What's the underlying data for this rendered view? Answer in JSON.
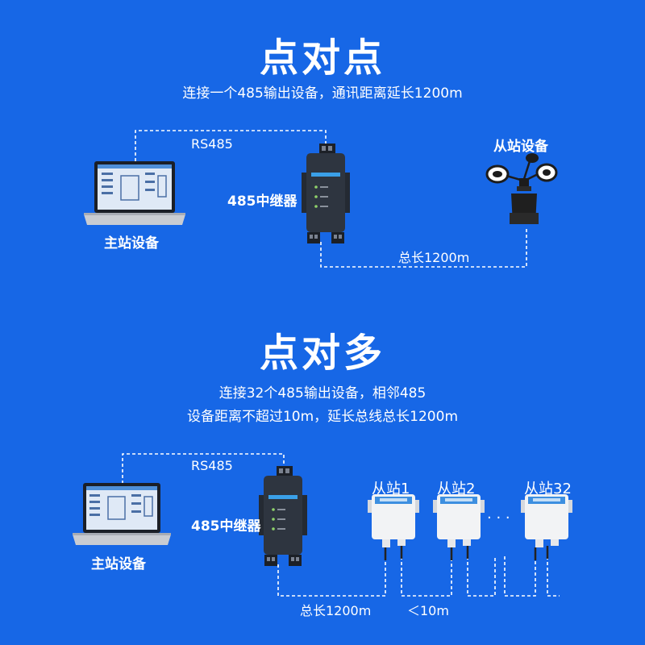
{
  "p2p": {
    "title": "点对点",
    "subtitle": "连接一个485输出设备，通讯距离延长1200m",
    "rs485": "RS485",
    "master": "主站设备",
    "repeater": "485中继器",
    "slave": "从站设备",
    "total_length": "总长1200m"
  },
  "p2m": {
    "title": "点对多",
    "subtitle_line1": "连接32个485输出设备，相邻485",
    "subtitle_line2": "设备距离不超过10m，延长总线总长1200m",
    "rs485": "RS485",
    "master": "主站设备",
    "repeater": "485中继器",
    "slave1": "从站1",
    "slave2": "从站2",
    "slave32": "从站32",
    "ellipsis": "· · ·",
    "total_length": "总长1200m",
    "spacing": "＜10m"
  },
  "colors": {
    "background": "#1767e6",
    "device_dark": "#2e3540",
    "sensor_white": "#f2f3f5",
    "sensor_label": "#3d8fe0"
  }
}
